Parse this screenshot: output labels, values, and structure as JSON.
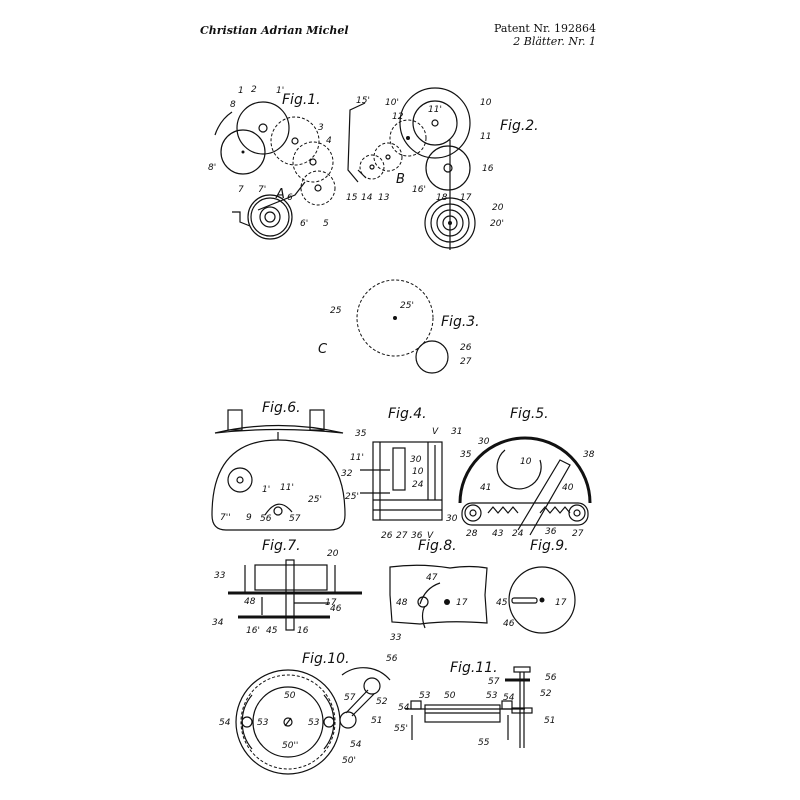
{
  "header": {
    "inventor": "Christian Adrian Michel",
    "patent_number": "Patent Nr. 192864",
    "sheet": "2 Blätter. Nr. 1"
  },
  "figures": {
    "fig1": {
      "title": "Fig.1.",
      "labels": [
        "1",
        "2",
        "1'",
        "3",
        "4",
        "8",
        "8'",
        "7",
        "7'",
        "A",
        "6",
        "6'",
        "5"
      ]
    },
    "fig2": {
      "title": "Fig.2.",
      "labels": [
        "10'",
        "10",
        "11'",
        "11",
        "15'",
        "12",
        "B",
        "16",
        "16'",
        "18",
        "17",
        "15",
        "14",
        "13",
        "20",
        "20'"
      ]
    },
    "fig3": {
      "title": "Fig.3.",
      "labels": [
        "25",
        "25'",
        "C",
        "26",
        "27"
      ]
    },
    "fig4": {
      "title": "Fig.4.",
      "labels": [
        "35",
        "V",
        "31",
        "11'",
        "30",
        "10",
        "24",
        "25'",
        "26",
        "27",
        "36",
        "V"
      ]
    },
    "fig5": {
      "title": "Fig.5.",
      "labels": [
        "30",
        "35",
        "38",
        "10",
        "41",
        "40",
        "30",
        "28",
        "43",
        "24",
        "36",
        "27"
      ]
    },
    "fig6": {
      "title": "Fig.6.",
      "labels": [
        "32",
        "1'",
        "11'",
        "25'",
        "7''",
        "9",
        "56",
        "57"
      ]
    },
    "fig7": {
      "title": "Fig.7.",
      "labels": [
        "20",
        "33",
        "48",
        "17",
        "46",
        "34",
        "16'",
        "45",
        "16"
      ]
    },
    "fig8": {
      "title": "Fig.8.",
      "labels": [
        "47",
        "48",
        "17",
        "33"
      ]
    },
    "fig9": {
      "title": "Fig.9.",
      "labels": [
        "45",
        "17",
        "46"
      ]
    },
    "fig10": {
      "title": "Fig.10.",
      "labels": [
        "56",
        "57",
        "52",
        "51",
        "50",
        "54",
        "53",
        "53",
        "54",
        "50''",
        "50'"
      ]
    },
    "fig11": {
      "title": "Fig.11.",
      "labels": [
        "56",
        "57",
        "52",
        "53",
        "50",
        "53",
        "54",
        "54",
        "55'",
        "51",
        "55"
      ]
    }
  }
}
